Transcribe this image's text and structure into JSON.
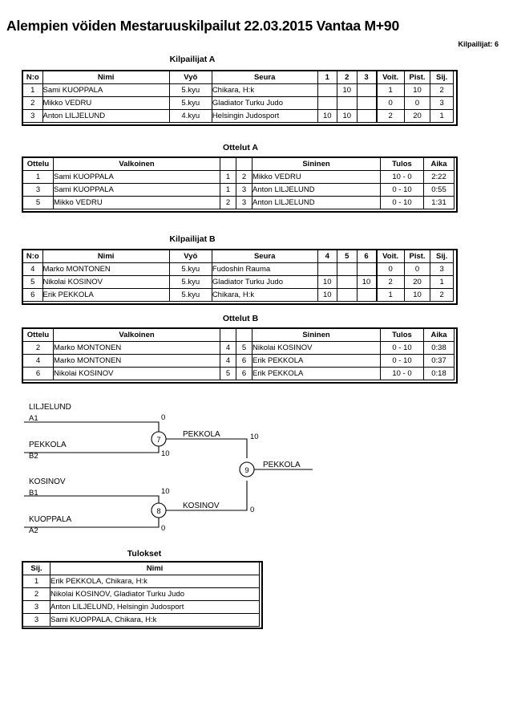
{
  "header": {
    "title": "Alempien vöiden Mestaruuskilpailut  22.03.2015  Vantaa   M+90",
    "entrants": "Kilpailijat: 6"
  },
  "pool_a": {
    "title": "Kilpailijat A",
    "columns": {
      "no": "N:o",
      "name": "Nimi",
      "belt": "Vyö",
      "club": "Seura",
      "m1": "1",
      "m2": "2",
      "m3": "3",
      "wins": "Voit.",
      "points": "Pist.",
      "rank": "Sij."
    },
    "rows": [
      {
        "no": "1",
        "name": "Sami KUOPPALA",
        "belt": "5.kyu",
        "club": "Chikara, H:k",
        "m1": "",
        "m2": "10",
        "m3": "",
        "wins": "1",
        "points": "10",
        "rank": "2"
      },
      {
        "no": "2",
        "name": "Mikko VEDRU",
        "belt": "5.kyu",
        "club": "Gladiator Turku Judo",
        "m1": "",
        "m2": "",
        "m3": "",
        "wins": "0",
        "points": "0",
        "rank": "3"
      },
      {
        "no": "3",
        "name": "Anton LILJELUND",
        "belt": "4.kyu",
        "club": "Helsingin Judosport",
        "m1": "10",
        "m2": "10",
        "m3": "",
        "wins": "2",
        "points": "20",
        "rank": "1"
      }
    ]
  },
  "matches_a": {
    "title": "Ottelut A",
    "columns": {
      "match": "Ottelu",
      "white": "Valkoinen",
      "white_no": "",
      "blue_no": "",
      "blue": "Sininen",
      "result": "Tulos",
      "time": "Aika"
    },
    "rows": [
      {
        "match": "1",
        "white": "Sami KUOPPALA",
        "white_no": "1",
        "blue_no": "2",
        "blue": "Mikko VEDRU",
        "result": "10 - 0",
        "time": "2:22"
      },
      {
        "match": "3",
        "white": "Sami KUOPPALA",
        "white_no": "1",
        "blue_no": "3",
        "blue": "Anton LILJELUND",
        "result": "0 - 10",
        "time": "0:55"
      },
      {
        "match": "5",
        "white": "Mikko VEDRU",
        "white_no": "2",
        "blue_no": "3",
        "blue": "Anton LILJELUND",
        "result": "0 - 10",
        "time": "1:31"
      }
    ]
  },
  "pool_b": {
    "title": "Kilpailijat B",
    "columns": {
      "no": "N:o",
      "name": "Nimi",
      "belt": "Vyö",
      "club": "Seura",
      "m1": "4",
      "m2": "5",
      "m3": "6",
      "wins": "Voit.",
      "points": "Pist.",
      "rank": "Sij."
    },
    "rows": [
      {
        "no": "4",
        "name": "Marko MONTONEN",
        "belt": "5.kyu",
        "club": "Fudoshin Rauma",
        "m1": "",
        "m2": "",
        "m3": "",
        "wins": "0",
        "points": "0",
        "rank": "3"
      },
      {
        "no": "5",
        "name": "Nikolai KOSINOV",
        "belt": "5.kyu",
        "club": "Gladiator Turku Judo",
        "m1": "10",
        "m2": "",
        "m3": "10",
        "wins": "2",
        "points": "20",
        "rank": "1"
      },
      {
        "no": "6",
        "name": "Erik PEKKOLA",
        "belt": "5.kyu",
        "club": "Chikara, H:k",
        "m1": "10",
        "m2": "",
        "m3": "",
        "wins": "1",
        "points": "10",
        "rank": "2"
      }
    ]
  },
  "matches_b": {
    "title": "Ottelut B",
    "columns": {
      "match": "Ottelu",
      "white": "Valkoinen",
      "white_no": "",
      "blue_no": "",
      "blue": "Sininen",
      "result": "Tulos",
      "time": "Aika"
    },
    "rows": [
      {
        "match": "2",
        "white": "Marko MONTONEN",
        "white_no": "4",
        "blue_no": "5",
        "blue": "Nikolai KOSINOV",
        "result": "0 - 10",
        "time": "0:38"
      },
      {
        "match": "4",
        "white": "Marko MONTONEN",
        "white_no": "4",
        "blue_no": "6",
        "blue": "Erik PEKKOLA",
        "result": "0 - 10",
        "time": "0:37"
      },
      {
        "match": "6",
        "white": "Nikolai KOSINOV",
        "white_no": "5",
        "blue_no": "6",
        "blue": "Erik PEKKOLA",
        "result": "10 - 0",
        "time": "0:18"
      }
    ]
  },
  "bracket": {
    "entries": [
      {
        "name": "LILJELUND",
        "seed": "A1"
      },
      {
        "name": "PEKKOLA",
        "seed": "B2"
      },
      {
        "name": "KOSINOV",
        "seed": "B1"
      },
      {
        "name": "KUOPPALA",
        "seed": "A2"
      }
    ],
    "semifinal_top": {
      "number": "7",
      "winner": "PEKKOLA",
      "top_score": "0",
      "bottom_score": "10"
    },
    "semifinal_bottom": {
      "number": "8",
      "winner": "KOSINOV",
      "top_score": "10",
      "bottom_score": "0"
    },
    "final": {
      "number": "9",
      "winner": "PEKKOLA",
      "top_score": "10",
      "bottom_score": "0"
    }
  },
  "results": {
    "title": "Tulokset",
    "columns": {
      "rank": "Sij.",
      "name": "Nimi"
    },
    "rows": [
      {
        "rank": "1",
        "name": "Erik PEKKOLA, Chikara, H:k"
      },
      {
        "rank": "2",
        "name": "Nikolai KOSINOV, Gladiator Turku Judo"
      },
      {
        "rank": "3",
        "name": "Anton LILJELUND, Helsingin Judosport"
      },
      {
        "rank": "3",
        "name": "Sami KUOPPALA, Chikara, H:k"
      }
    ]
  }
}
